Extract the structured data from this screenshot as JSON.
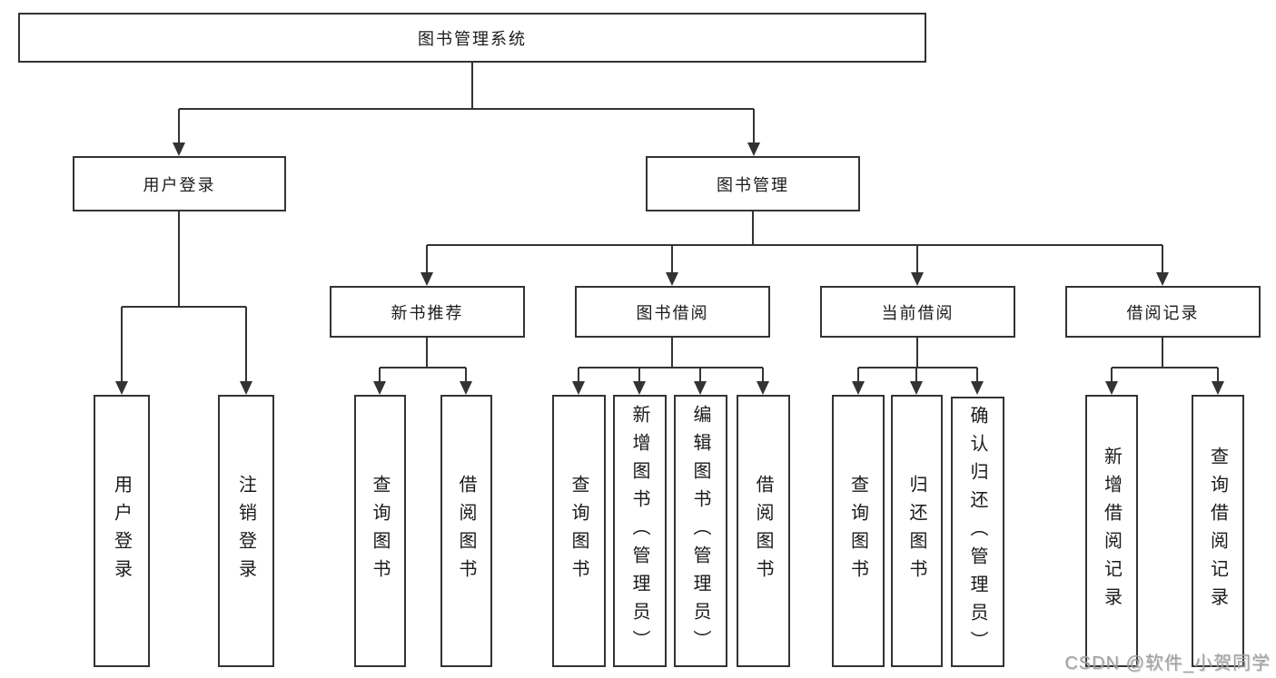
{
  "diagram": {
    "type": "hierarchy-tree",
    "colors": {
      "line": "#333333",
      "box_border": "#333333",
      "text": "#1a1a1a",
      "background": "#ffffff",
      "watermark_text": "#a0a0a0"
    },
    "tree": {
      "root": "图书管理系统",
      "children": [
        {
          "label": "用户登录",
          "children": [
            "用户登录",
            "注销登录"
          ]
        },
        {
          "label": "图书管理",
          "children": [
            {
              "label": "新书推荐",
              "children": [
                "查询图书",
                "借阅图书"
              ]
            },
            {
              "label": "图书借阅",
              "children": [
                "查询图书",
                "新增图书（管理员）",
                "编辑图书（管理员）",
                "借阅图书"
              ]
            },
            {
              "label": "当前借阅",
              "children": [
                "查询图书",
                "归还图书",
                "确认归还（管理员）"
              ]
            },
            {
              "label": "借阅记录",
              "children": [
                "新增借阅记录",
                "查询借阅记录"
              ]
            }
          ]
        }
      ]
    },
    "watermark": {
      "text": "CSDN @软件_小贺同学"
    }
  }
}
